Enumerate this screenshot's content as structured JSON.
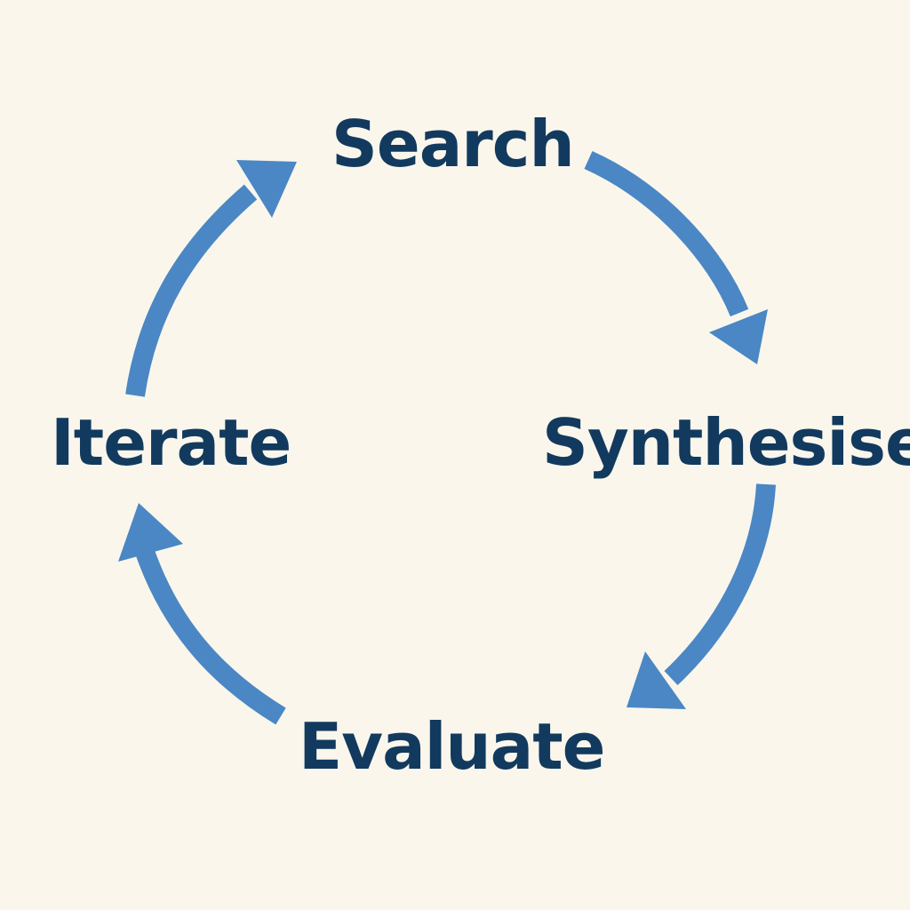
{
  "diagram": {
    "steps": [
      {
        "label": "Search"
      },
      {
        "label": "Synthesise"
      },
      {
        "label": "Evaluate"
      },
      {
        "label": "Iterate"
      }
    ],
    "colors": {
      "background": "#faf6ec",
      "arrow": "#4a87c4",
      "text": "#123a5e"
    }
  }
}
